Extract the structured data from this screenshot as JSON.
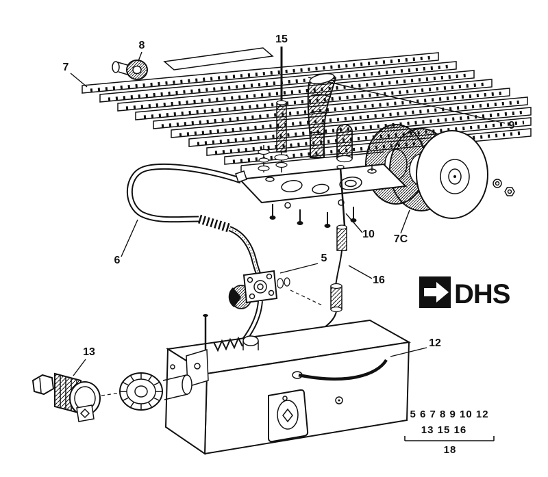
{
  "colors": {
    "ink": "#111111",
    "paper": "#ffffff"
  },
  "logo": {
    "text": "DHS"
  },
  "part_labels": {
    "p5": "5",
    "p6": "6",
    "p7": "7",
    "p7c": "7C",
    "p8": "8",
    "p9": "9",
    "p10": "10",
    "p12": "12",
    "p13": "13",
    "p15": "15",
    "p16": "16"
  },
  "legend": {
    "row1": "5 6 7 8 9 10 12",
    "row2": "13 15 16",
    "bracket_label": "18"
  }
}
